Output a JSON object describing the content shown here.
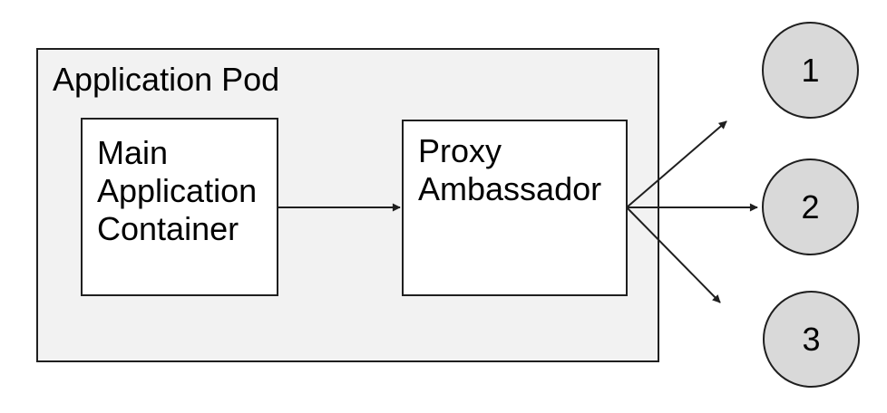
{
  "diagram": {
    "pod": {
      "label": "Application Pod"
    },
    "nodes": {
      "main": {
        "label": "Main Application Container"
      },
      "proxy": {
        "label": "Proxy Ambassador"
      }
    },
    "endpoints": [
      {
        "label": "1"
      },
      {
        "label": "2"
      },
      {
        "label": "3"
      }
    ],
    "edges": [
      {
        "from": "main-application-container",
        "to": "proxy-ambassador"
      },
      {
        "from": "proxy-ambassador",
        "to": "endpoint-1"
      },
      {
        "from": "proxy-ambassador",
        "to": "endpoint-2"
      },
      {
        "from": "proxy-ambassador",
        "to": "endpoint-3"
      }
    ]
  },
  "colors": {
    "canvas_bg": "#ffffff",
    "pod_fill": "#f2f2f2",
    "node_fill": "#ffffff",
    "endpoint_fill": "#d9d9d9",
    "stroke": "#1f1f1f",
    "text": "#000000"
  }
}
